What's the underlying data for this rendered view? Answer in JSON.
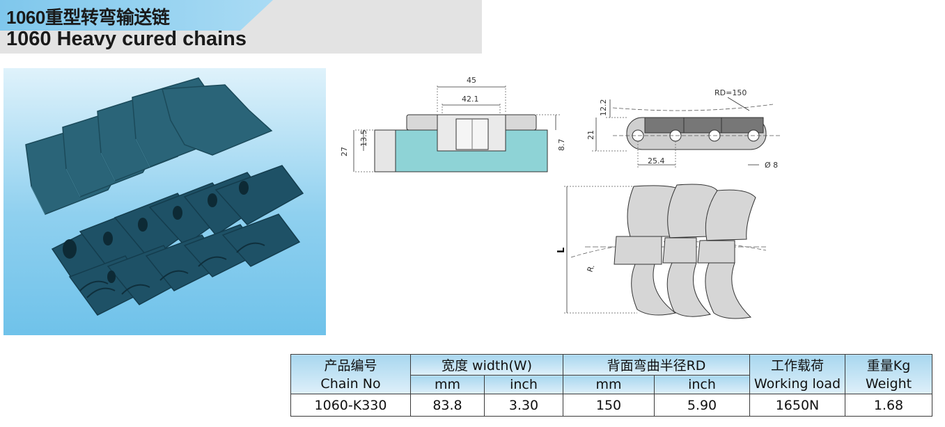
{
  "header": {
    "title_cn": "1060重型转弯输送链",
    "title_en": "1060 Heavy cured chains"
  },
  "side_view": {
    "d45": "45",
    "d42": "42.1",
    "d13": "13.5",
    "d27": "27",
    "d87": "8.7"
  },
  "link_view": {
    "rd": "RD=150",
    "d12": "12.2",
    "d21": "21",
    "d25": "25.4",
    "d8": "Ø 8"
  },
  "curve_view": {
    "L": "L",
    "R": "R."
  },
  "table": {
    "chain_no_cn": "产品编号",
    "chain_no_en": "Chain No",
    "width_label": "宽度  width(W)",
    "rd_label": "背面弯曲半径RD",
    "load_cn": "工作载荷",
    "load_en": "Working load",
    "weight_cn": "重量Kg",
    "weight_en": "Weight",
    "unit_mm_1": "mm",
    "unit_inch_1": "inch",
    "unit_mm_2": "mm",
    "unit_inch_2": "inch",
    "row": {
      "chain_no": "1060-K330",
      "width_mm": "83.8",
      "width_inch": "3.30",
      "rd_mm": "150",
      "rd_inch": "5.90",
      "load": "1650N",
      "weight": "1.68"
    }
  }
}
